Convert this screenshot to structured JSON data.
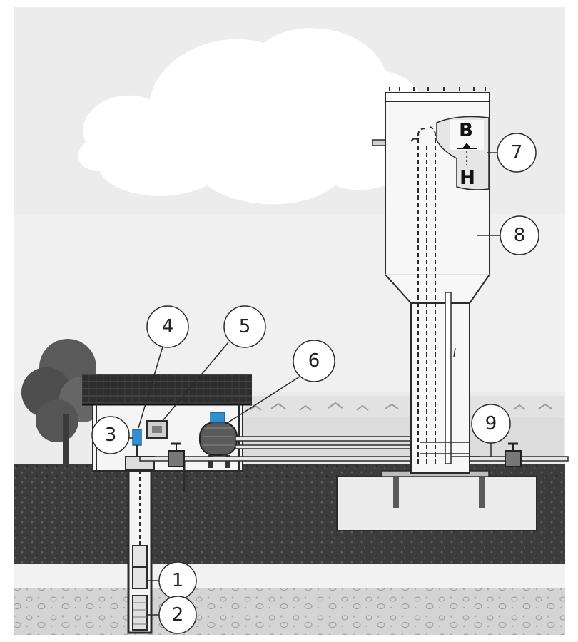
{
  "labels": {
    "upper_level": "В",
    "lower_level": "Н"
  },
  "callouts": [
    "1",
    "2",
    "3",
    "4",
    "5",
    "6",
    "7",
    "8",
    "9"
  ],
  "colors": {
    "sky": "#ececec",
    "cloud": "#ffffff",
    "soil": "#3c3c3c",
    "aquifer": "#d4d4d4",
    "foundation": "#ebebeb",
    "tower": "#f7f7f7",
    "line": "#2b2b2b",
    "accent_blue": "#2f8fd0",
    "roof": "#2e2e2e",
    "tree": "#5a5a5a"
  },
  "icons": [
    "valve-icon",
    "pump-icon",
    "float-icon",
    "water-level-icon",
    "tree-icon"
  ]
}
